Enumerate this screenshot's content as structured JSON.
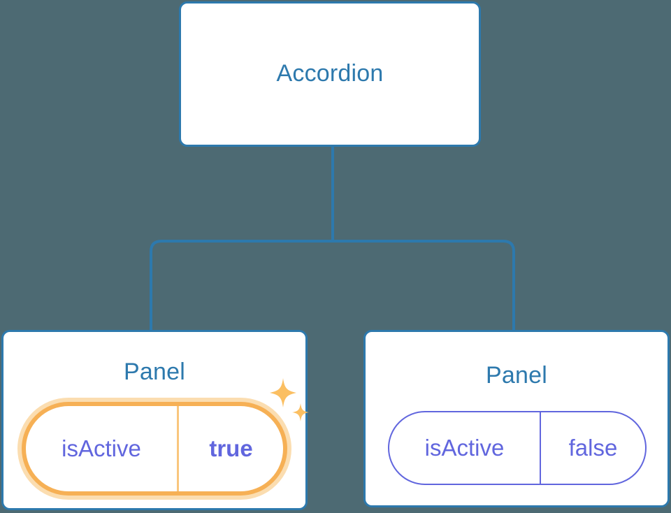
{
  "diagram": {
    "type": "component-tree",
    "background_color": "#4d6a73",
    "node_border_color": "#2d79ad",
    "node_title_color": "#2d79ad",
    "connector_color": "#2d79ad",
    "prop_color": "#6166de",
    "highlight_color": "#f6b055",
    "highlight_glow_color": "#fbddb0",
    "sparkle_color": "#fbbf62"
  },
  "root": {
    "title": "Accordion"
  },
  "children": [
    {
      "title": "Panel",
      "highlighted": true,
      "prop": {
        "key": "isActive",
        "value": "true"
      },
      "decoration": "sparkles-icon"
    },
    {
      "title": "Panel",
      "highlighted": false,
      "prop": {
        "key": "isActive",
        "value": "false"
      }
    }
  ]
}
